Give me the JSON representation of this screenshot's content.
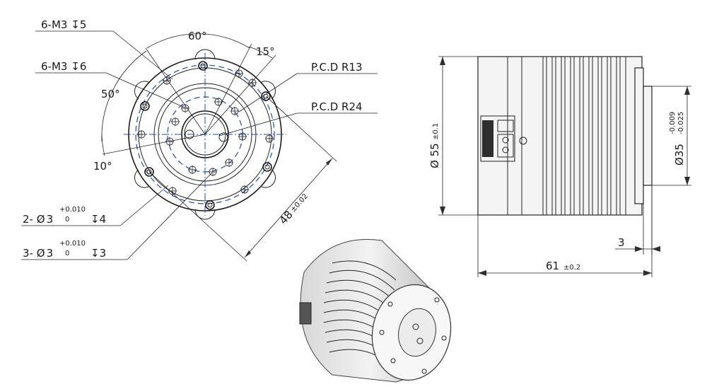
{
  "front_view": {
    "label_m3_depth5": "6-M3",
    "label_m3_depth5_value": "5",
    "label_m3_depth6": "6-M3",
    "label_m3_depth6_value": "6",
    "angle_60": "60°",
    "angle_15": "15°",
    "angle_50": "50°",
    "angle_10": "10°",
    "pcd_r13": "P.C.D R13",
    "pcd_r24": "P.C.D R24",
    "hole_2_prefix": "2-",
    "hole_2_dia": "3",
    "hole_2_tol_upper": "+0.010",
    "hole_2_tol_lower": "0",
    "hole_2_depth": "4",
    "hole_3_prefix": "3-",
    "hole_3_dia": "3",
    "hole_3_tol_upper": "+0.010",
    "hole_3_tol_lower": "0",
    "hole_3_depth": "3",
    "dim_48": "48",
    "dim_48_tol": "±0.02"
  },
  "side_view": {
    "dia_55": "55",
    "dia_55_tol": "±0.1",
    "dia_35": "35",
    "dia_35_tol_upper": "-0.009",
    "dia_35_tol_lower": "-0.025",
    "dim_3": "3",
    "dim_61": "61",
    "dim_61_tol": "±0.2"
  },
  "symbols": {
    "diameter": "Ø",
    "depth": "↧"
  }
}
